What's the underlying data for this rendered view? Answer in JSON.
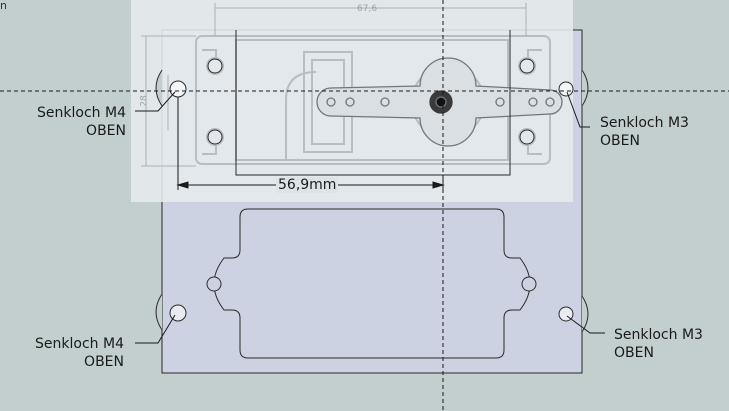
{
  "corner_text": "n",
  "labels": {
    "top_left": {
      "line1": "Senkloch M4",
      "line2": "OBEN"
    },
    "top_right": {
      "line1": "Senkloch M3",
      "line2": "OBEN"
    },
    "bottom_left": {
      "line1": "Senkloch M4",
      "line2": "OBEN"
    },
    "bottom_right": {
      "line1": "Senkloch M3",
      "line2": "OBEN"
    }
  },
  "dimensions": {
    "hole_spacing": "56,9mm",
    "servo_width": "67,6",
    "servo_height": "28"
  },
  "colors": {
    "background": "#c3cfcf",
    "plate": "#cdd2e2",
    "overlay": "#e6eaee",
    "outline": "#2a2a2a"
  }
}
